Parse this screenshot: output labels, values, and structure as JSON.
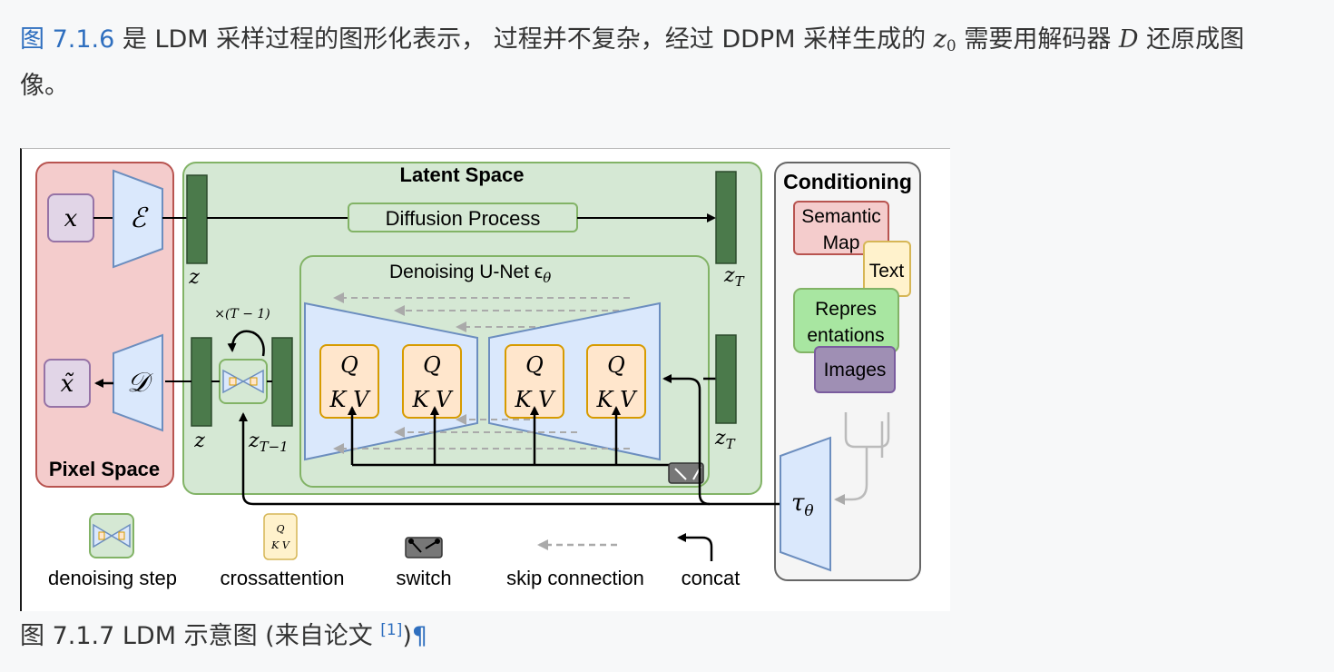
{
  "paragraph": {
    "ref_link": "图 7.1.6",
    "text1": " 是 LDM 采样过程的图形化表示， 过程并不复杂，经过 DDPM 采样生成的 ",
    "z_symbol": "z",
    "z_sub": "0",
    "text2": " 需要用解码器 ",
    "d_symbol": "D",
    "text3": " 还原成图像。"
  },
  "figure": {
    "pixel_space": "Pixel Space",
    "latent_space": "Latent Space",
    "conditioning": "Conditioning",
    "diffusion_process": "Diffusion Process",
    "unet_title": "Denoising U-Net ϵ",
    "unet_sub": "θ",
    "x": "x",
    "x_tilde": "x̃",
    "encoder": "ℰ",
    "decoder": "𝒟",
    "z": "z",
    "z_T": "T",
    "z_T1": "T−1",
    "loop": "×(T − 1)",
    "q": "Q",
    "kv": "K V",
    "tau": "τ",
    "tau_sub": "θ",
    "cond_semantic_1": "Semantic",
    "cond_semantic_2": "Map",
    "cond_text": "Text",
    "cond_repr_1": "Repres",
    "cond_repr_2": "entations",
    "cond_images": "Images",
    "legend": {
      "denoising_step": "denoising step",
      "crossattention": "crossattention",
      "switch": "switch",
      "skip_connection": "skip connection",
      "concat": "concat"
    },
    "colors": {
      "pixel_fill": "#f4cccc",
      "pixel_stroke": "#b85450",
      "latent_fill": "#d5e8d4",
      "latent_stroke": "#82b366",
      "conditioning_fill": "#f5f5f5",
      "blue_fill": "#dae8fc",
      "blue_stroke": "#6c8ebf",
      "purple_fill": "#e1d5e7",
      "purple_stroke": "#9673a6",
      "orange_fill": "#ffe6cc",
      "orange_stroke": "#d79b00",
      "latent_bar": "#4b7a4b"
    }
  },
  "caption": {
    "text": "图 7.1.7 LDM 示意图 (来自论文 ",
    "ref": "[1]",
    "close": ")",
    "pilcrow": "¶"
  }
}
